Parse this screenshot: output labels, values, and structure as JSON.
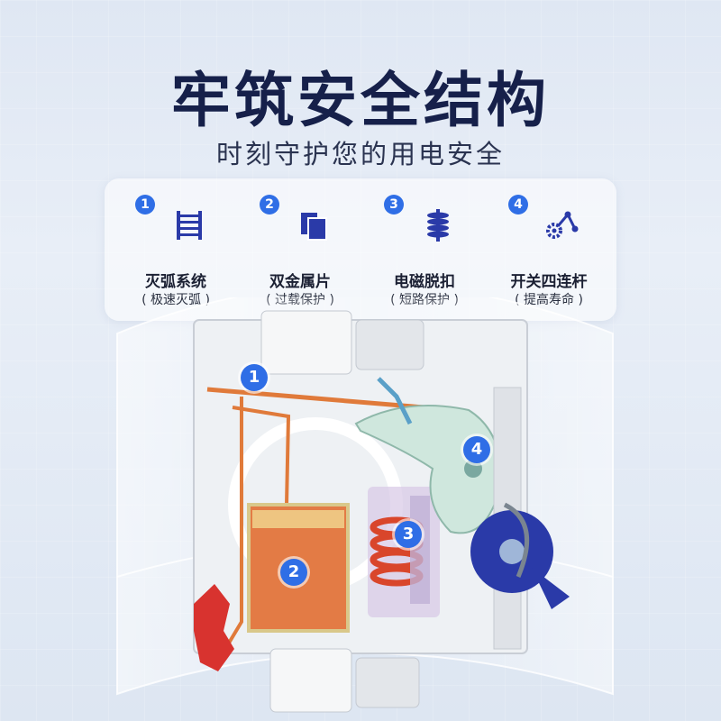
{
  "header": {
    "title": "牢筑安全结构",
    "subtitle": "时刻守护您的用电安全"
  },
  "features": [
    {
      "number": "1",
      "icon": "arc-chute-icon",
      "name": "灭弧系统",
      "desc": "( 极速灭弧 )"
    },
    {
      "number": "2",
      "icon": "bimetal-strip-icon",
      "name": "双金属片",
      "desc": "( 过载保护 )"
    },
    {
      "number": "3",
      "icon": "coil-icon",
      "name": "电磁脱扣",
      "desc": "( 短路保护 )"
    },
    {
      "number": "4",
      "icon": "linkage-icon",
      "name": "开关四连杆",
      "desc": "( 提高寿命 )"
    }
  ],
  "callouts": [
    "1",
    "2",
    "3",
    "4"
  ],
  "colors": {
    "accent": "#2f6ee6",
    "title": "#16204a",
    "copper": "#e07a3a",
    "handle": "#d8332f",
    "linkage": "#bfe0d6",
    "knob": "#2a3aa8"
  }
}
